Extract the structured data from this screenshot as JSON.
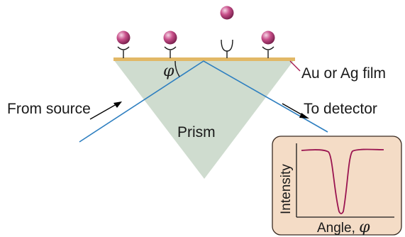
{
  "labels": {
    "film": "Au or Ag film",
    "source": "From source",
    "detector": "To detector",
    "prism": "Prism",
    "angle_symbol": "φ"
  },
  "inset": {
    "y_axis_label": "Intensity",
    "x_axis_label_text": "Angle, ",
    "x_axis_label_symbol": "φ"
  },
  "colors": {
    "prism_fill": "#cfdccf",
    "film": "#e2b866",
    "beam": "#2e7fc0",
    "inset_bg": "#f4dcc6",
    "inset_border": "#3a2a20",
    "curve": "#9a1450",
    "sphere": "#c84f8a",
    "leader_line": "#a3174e"
  }
}
